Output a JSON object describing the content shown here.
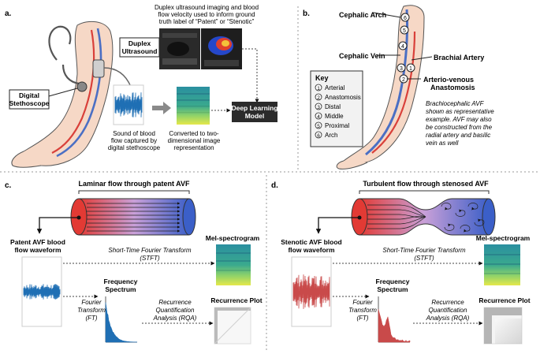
{
  "panel_labels": {
    "a": "a.",
    "b": "b.",
    "c": "c.",
    "d": "d."
  },
  "panel_a": {
    "top_caption": [
      "Duplex ultrasound imaging and blood",
      "flow velocity used to inform ground",
      "truth label of “Patent” or “Stenotic”"
    ],
    "duplex_label": [
      "Duplex",
      "Ultrasound"
    ],
    "stethoscope_label": [
      "Digital",
      "Stethoscope"
    ],
    "sound_caption": [
      "Sound of blood",
      "flow captured by",
      "digital stethoscope"
    ],
    "converted_caption": [
      "Converted to two-",
      "dimensional image",
      "representation"
    ],
    "model_label": [
      "Deep Learning",
      "Model"
    ]
  },
  "panel_b": {
    "labels": {
      "cephalic_arch": "Cephalic Arch",
      "cephalic_vein": "Cephalic Vein",
      "brachial_artery": "Brachial Artery",
      "anastomosis": [
        "Arterio-venous",
        "Anastomosis"
      ]
    },
    "key_title": "Key",
    "key_items": [
      {
        "num": "1",
        "label": "Arterial"
      },
      {
        "num": "2",
        "label": "Anastomosis"
      },
      {
        "num": "3",
        "label": "Distal"
      },
      {
        "num": "4",
        "label": "Middle"
      },
      {
        "num": "5",
        "label": "Proximal"
      },
      {
        "num": "6",
        "label": "Arch"
      }
    ],
    "note": [
      "Brachiocephalic AVF",
      "shown as representative",
      "example. AVF may also",
      "be constructed from the",
      "radial artery and basilic",
      "vein as well"
    ]
  },
  "panel_c": {
    "title": "Laminar flow through patent AVF",
    "waveform_label": [
      "Patent AVF blood",
      "flow waveform"
    ],
    "stft_label": [
      "Short-Time Fourier Transform",
      "(STFT)"
    ],
    "mel_label": "Mel-spectrogram",
    "freq_label": [
      "Frequency",
      "Spectrum"
    ],
    "ft_label": [
      "Fourier",
      "Transform",
      "(FT)"
    ],
    "rqa_label": [
      "Recurrence",
      "Quantification",
      "Analysis (RQA)"
    ],
    "rp_label": "Recurrence Plot"
  },
  "panel_d": {
    "title": "Turbulent flow through stenosed AVF",
    "waveform_label": [
      "Stenotic AVF blood",
      "flow waveform"
    ],
    "stft_label": [
      "Short-Time Fourier Transform",
      "(STFT)"
    ],
    "mel_label": "Mel-spectrogram",
    "freq_label": [
      "Frequency",
      "Spectrum"
    ],
    "ft_label": [
      "Fourier",
      "Transform",
      "(FT)"
    ],
    "rqa_label": [
      "Recurrence",
      "Quantification",
      "Analysis (RQA)"
    ],
    "rp_label": "Recurrence Plot"
  },
  "colors": {
    "waveform_blue": "#1f6fb4",
    "waveform_red": "#c94a4a",
    "vessel_red": "#d9403a",
    "vessel_blue": "#5a6fc4",
    "box_dark": "#2b2b2b"
  }
}
